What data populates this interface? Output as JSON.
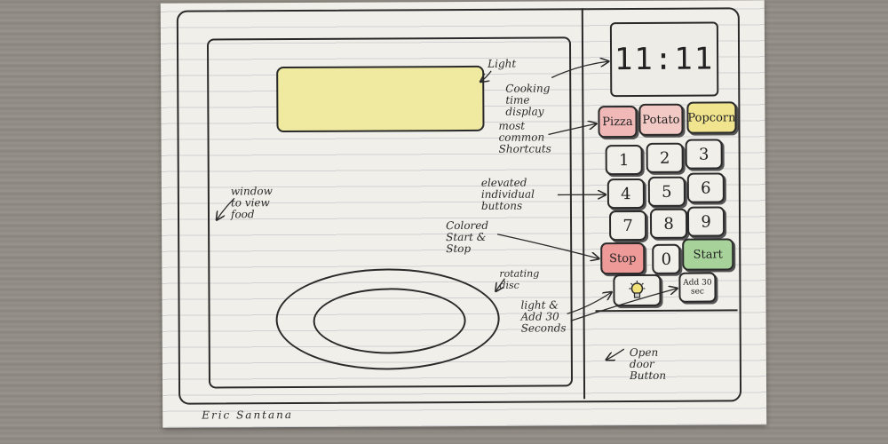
{
  "display": {
    "time": "11:11"
  },
  "shortcuts": [
    {
      "label": "Pizza",
      "color": "#f0b9b8"
    },
    {
      "label": "Potato",
      "color": "#f2c9c4"
    },
    {
      "label": "Popcorn",
      "color": "#f0e48e"
    }
  ],
  "keypad": [
    "1",
    "2",
    "3",
    "4",
    "5",
    "6",
    "7",
    "8",
    "9"
  ],
  "controls": {
    "stop": {
      "label": "Stop",
      "color": "#ee9a98"
    },
    "zero": "0",
    "start": {
      "label": "Start",
      "color": "#a7d39b"
    },
    "add30": "Add 30 sec"
  },
  "annotations": {
    "light": "Light",
    "cooking_time": "Cooking time display",
    "shortcuts": "most common Shortcuts",
    "elevated": "elevated individual buttons",
    "colored": "Colored Start & Stop",
    "rotating": "rotating disc",
    "light_add": "light & Add 30 Seconds",
    "open_door": "Open door Button",
    "window": "window to view food"
  },
  "signature": "Eric Santana",
  "colors": {
    "light_panel": "#efeaa0",
    "ink": "#2a2a2a"
  }
}
